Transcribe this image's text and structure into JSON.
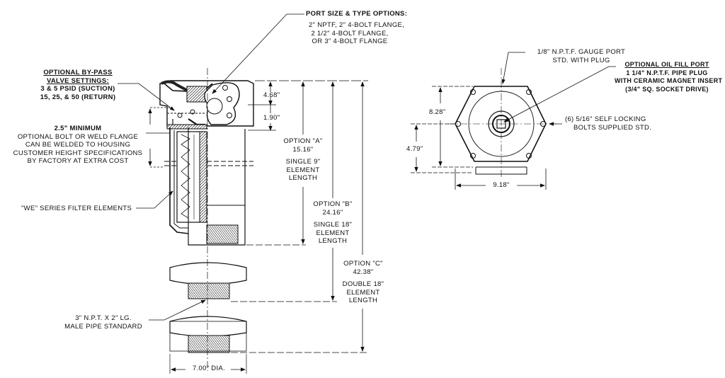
{
  "port_options": {
    "title": "PORT SIZE & TYPE OPTIONS:",
    "lines": [
      "2\" NPTF, 2\" 4-BOLT FLANGE,",
      "2 1/2\" 4-BOLT FLANGE,",
      "OR 3\" 4-BOLT FLANGE"
    ]
  },
  "bypass": {
    "title_1": "OPTIONAL BY-PASS",
    "title_2": "VALVE SETTINGS:",
    "line_1": "3 & 5 PSID (SUCTION)",
    "line_2": "15, 25, & 50 (RETURN)"
  },
  "flange": {
    "title": "2.5\" MINIMUM",
    "lines": [
      "OPTIONAL BOLT OR WELD FLANGE",
      "CAN BE WELDED TO HOUSING",
      "CUSTOMER HEIGHT SPECIFICATIONS",
      "BY FACTORY AT EXTRA COST"
    ]
  },
  "elements_label": "\"WE\" SERIES FILTER ELEMENTS",
  "pipe": {
    "line_1": "3\" N.P.T. x 2\" LG.",
    "line_2": "MALE PIPE STANDARD"
  },
  "dims": {
    "d468": "4.68\"",
    "d190": "1.90\"",
    "dia": "7.00\" DIA.",
    "d828": "8.28\"",
    "d479": "4.79\"",
    "d918": "9.18\""
  },
  "option_a": {
    "title": "OPTION \"A\"",
    "value": "15.16\"",
    "lines": [
      "SINGLE 9\"",
      "ELEMENT",
      "LENGTH"
    ]
  },
  "option_b": {
    "title": "OPTION \"B\"",
    "value": "24.16\"",
    "lines": [
      "SINGLE 18\"",
      "ELEMENT",
      "LENGTH"
    ]
  },
  "option_c": {
    "title": "OPTION \"C\"",
    "value": "42.38\"",
    "lines": [
      "DOUBLE  18\"",
      "ELEMENT",
      "LENGTH"
    ]
  },
  "gauge": {
    "line_1": "1/8\" N.P.T.F. GAUGE PORT",
    "line_2": "STD. WITH PLUG"
  },
  "oil_fill": {
    "title": "OPTIONAL OIL FILL PORT",
    "lines": [
      "1 1/4\" N.P.T.F. PIPE PLUG",
      "WITH CERAMIC MAGNET INSERT",
      "(3/4\" SQ. SOCKET DRIVE)"
    ]
  },
  "bolts": {
    "line_1": "(6) 5/16\" SELF LOCKING",
    "line_2": "BOLTS SUPPLIED STD."
  }
}
